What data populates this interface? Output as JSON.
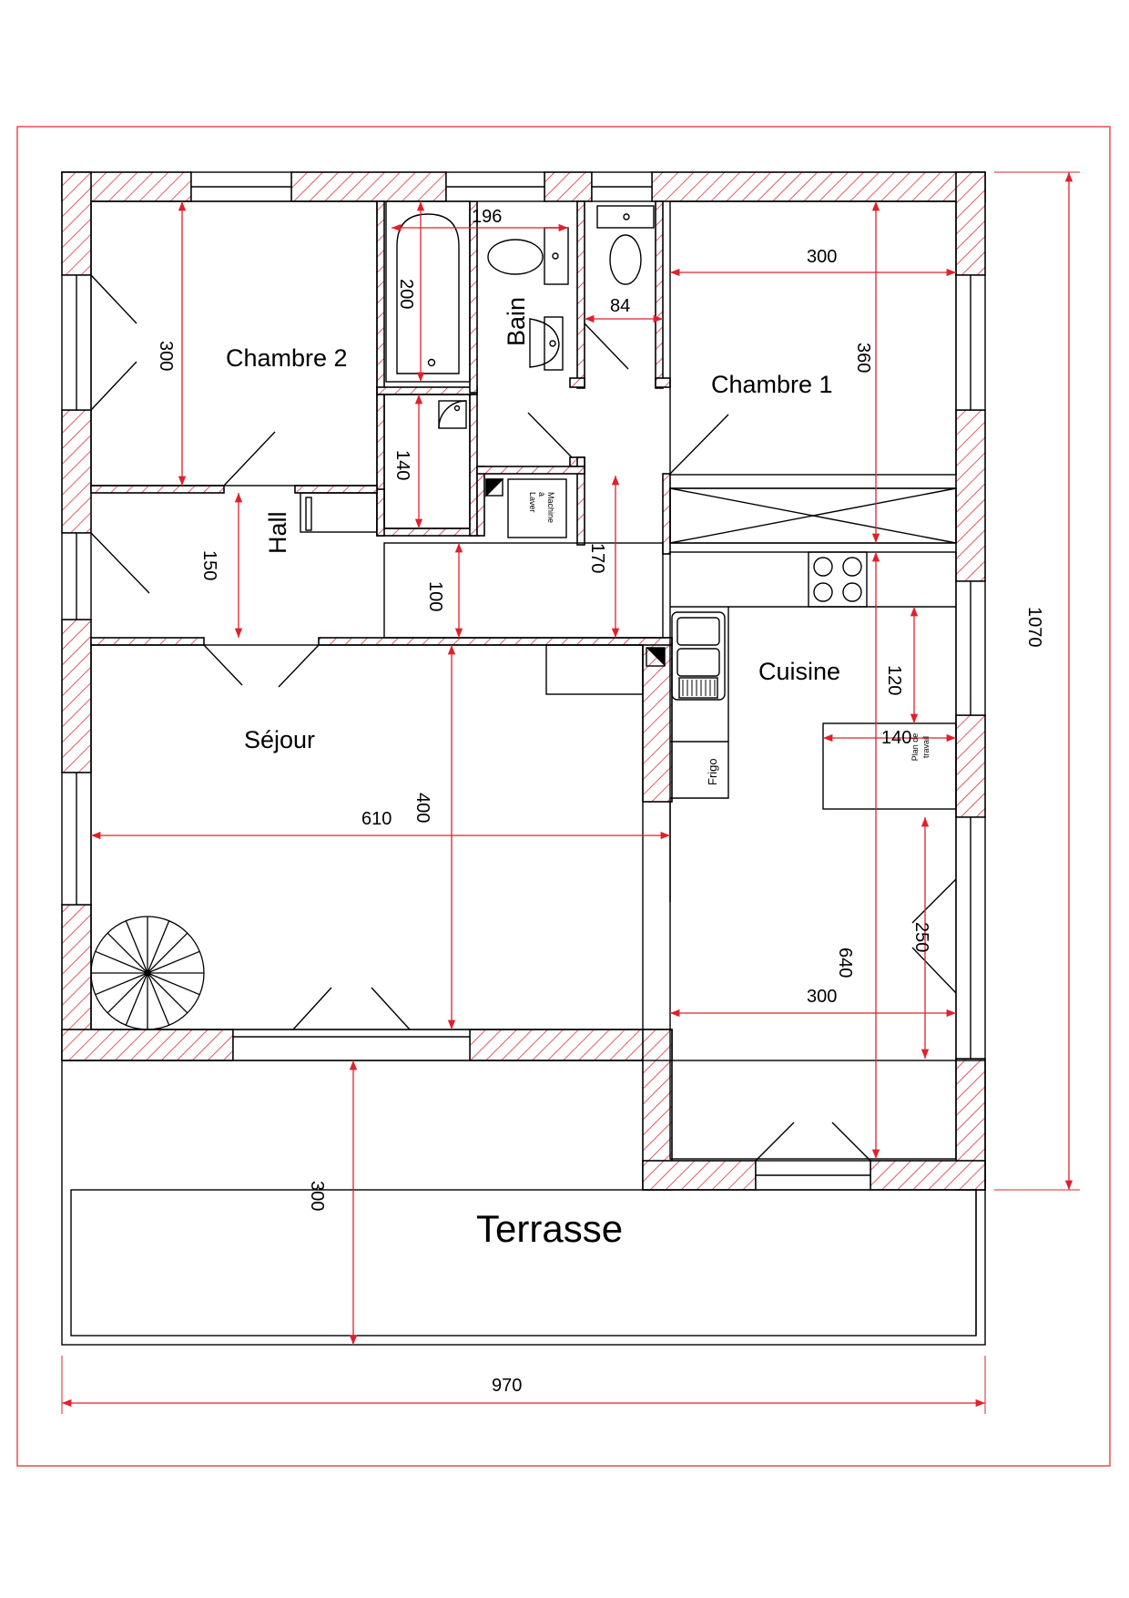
{
  "rooms": {
    "chambre2": "Chambre 2",
    "chambre1": "Chambre 1",
    "bain": "Bain",
    "hall": "Hall",
    "sejour": "Séjour",
    "cuisine": "Cuisine",
    "terrasse": "Terrasse"
  },
  "fixtures": {
    "machine_line1": "Machine",
    "machine_line2": "à",
    "machine_line3": "Laver",
    "frigo": "Frigo",
    "plan_line1": "Plan de",
    "plan_line2": "travail"
  },
  "dimensions": {
    "d196": "196",
    "d200": "200",
    "d84": "84",
    "d300_ch1": "300",
    "d360": "360",
    "d300_ch2": "300",
    "d140_bath": "140",
    "d150": "150",
    "d100": "100",
    "d170": "170",
    "d120": "120",
    "d140_plan": "140",
    "d610": "610",
    "d400": "400",
    "d250": "250",
    "d640": "640",
    "d300_kitchen": "300",
    "d300_terrasse": "300",
    "d1070": "1070",
    "d970": "970"
  },
  "colors": {
    "wall_hatch": "#d9333f",
    "dimension": "#e0202a",
    "line": "#000000",
    "frame": "#e84a52"
  }
}
